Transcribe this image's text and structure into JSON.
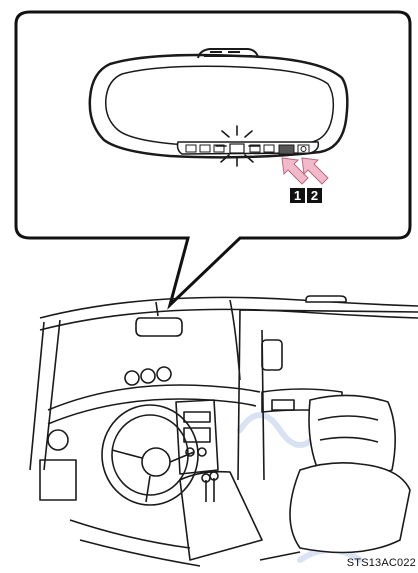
{
  "callouts": [
    {
      "number": "1"
    },
    {
      "number": "2"
    }
  ],
  "figure_code": "STS13AC022",
  "icons": {
    "indicator": "flashing-indicator-light-icon",
    "arrow": "pointing-arrow-icon",
    "mirror": "rearview-mirror-icon",
    "cabin": "vehicle-interior-illustration"
  },
  "colors": {
    "line": "#1a1a1a",
    "arrow_fill": "#f1b9c9",
    "indicator_button": "#555555",
    "watermark": "#c9d9ef"
  }
}
